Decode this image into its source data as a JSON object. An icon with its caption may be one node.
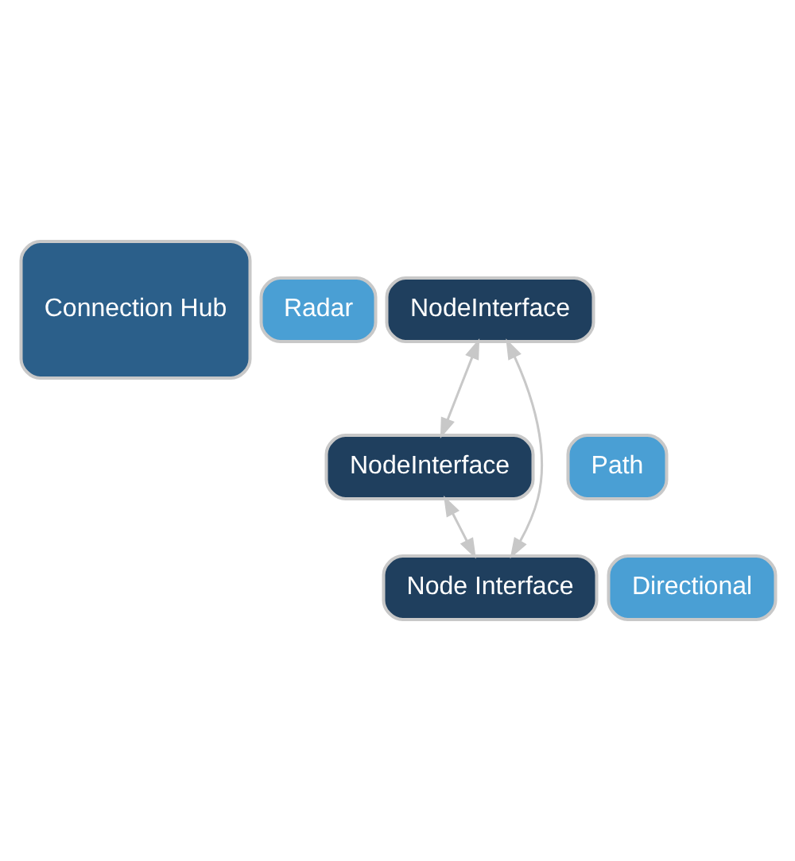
{
  "diagram": {
    "nodes": [
      {
        "text": [
          "Connection Hub"
        ]
      },
      {
        "text": [
          "Radar"
        ]
      },
      {
        "text": [
          "NodeInterface"
        ]
      },
      {
        "text": [
          "Path"
        ]
      },
      {
        "text": [
          "NodeInterface"
        ]
      },
      {
        "text": [
          "Directional"
        ]
      },
      {
        "text": [
          "Node Interface"
        ]
      }
    ],
    "edges": [
      {
        "from": 2,
        "to": 4,
        "arrow": "both"
      },
      {
        "from": 4,
        "to": 6,
        "arrow": "both"
      },
      {
        "from": 2,
        "to": 6,
        "arrow": "both"
      }
    ]
  }
}
